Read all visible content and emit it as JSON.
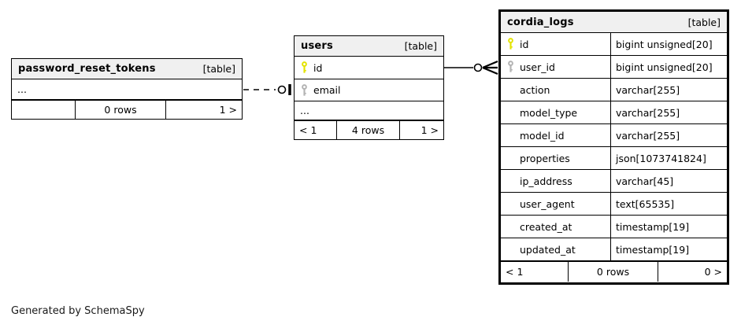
{
  "diagram": {
    "generated_by": "Generated by SchemaSpy"
  },
  "tables": [
    {
      "name": "password_reset_tokens",
      "tag": "[table]",
      "rows": [
        {
          "name": "...",
          "type": "",
          "key": "none"
        }
      ],
      "footer": {
        "left": "",
        "center": "0 rows",
        "right": "1 >"
      }
    },
    {
      "name": "users",
      "tag": "[table]",
      "rows": [
        {
          "name": "id",
          "type": "",
          "key": "primary"
        },
        {
          "name": "email",
          "type": "",
          "key": "index"
        },
        {
          "name": "...",
          "type": "",
          "key": "none"
        }
      ],
      "footer": {
        "left": "< 1",
        "center": "4 rows",
        "right": "1 >"
      }
    },
    {
      "name": "cordia_logs",
      "tag": "[table]",
      "rows": [
        {
          "name": "id",
          "type": "bigint unsigned[20]",
          "key": "primary"
        },
        {
          "name": "user_id",
          "type": "bigint unsigned[20]",
          "key": "index"
        },
        {
          "name": "action",
          "type": "varchar[255]",
          "key": "none"
        },
        {
          "name": "model_type",
          "type": "varchar[255]",
          "key": "none"
        },
        {
          "name": "model_id",
          "type": "varchar[255]",
          "key": "none"
        },
        {
          "name": "properties",
          "type": "json[1073741824]",
          "key": "none"
        },
        {
          "name": "ip_address",
          "type": "varchar[45]",
          "key": "none"
        },
        {
          "name": "user_agent",
          "type": "text[65535]",
          "key": "none"
        },
        {
          "name": "created_at",
          "type": "timestamp[19]",
          "key": "none"
        },
        {
          "name": "updated_at",
          "type": "timestamp[19]",
          "key": "none"
        }
      ],
      "footer": {
        "left": "< 1",
        "center": "0 rows",
        "right": "0 >"
      }
    }
  ],
  "relationships": [
    {
      "from": "password_reset_tokens",
      "to": "users.email",
      "style": "dashed",
      "end_marker": "circle-tee"
    },
    {
      "from": "users.id",
      "to": "cordia_logs.user_id",
      "style": "solid",
      "end_marker": "circle-crowfoot"
    }
  ],
  "colors": {
    "primary_key": "#e3e300",
    "index_key": "#b3b3b3",
    "header_bg": "#f0f0f0",
    "line": "#000000"
  }
}
